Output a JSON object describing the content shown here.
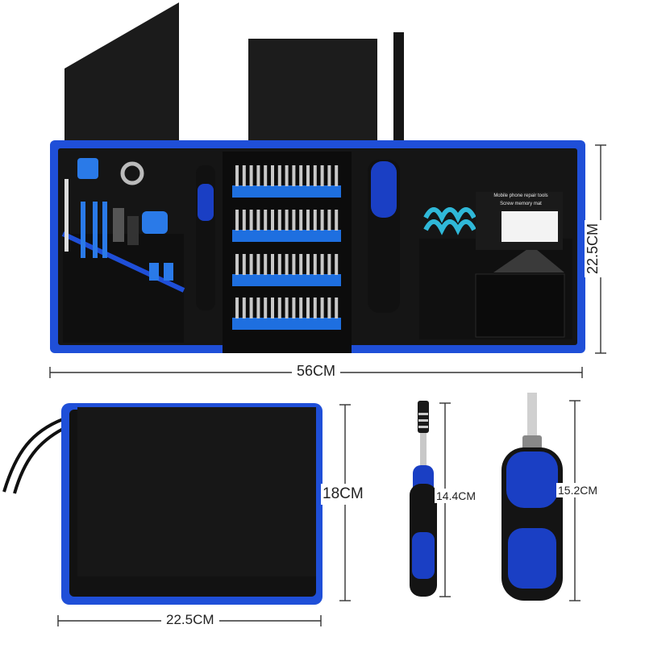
{
  "dimensions": {
    "kit_width": "56CM",
    "kit_height": "22.5CM",
    "pouch_height": "18CM",
    "pouch_width": "22.5CM",
    "driver_small_length": "14.4CM",
    "driver_large_length": "15.2CM"
  },
  "mat": {
    "line1": "Mobile phone repair tools",
    "line2": "Screw memory mat"
  },
  "colors": {
    "binding_blue": "#1f4fd8",
    "bag_black": "#151515",
    "bit_holder_blue": "#1e6fe0",
    "handle_blue": "#1a3fc4"
  }
}
